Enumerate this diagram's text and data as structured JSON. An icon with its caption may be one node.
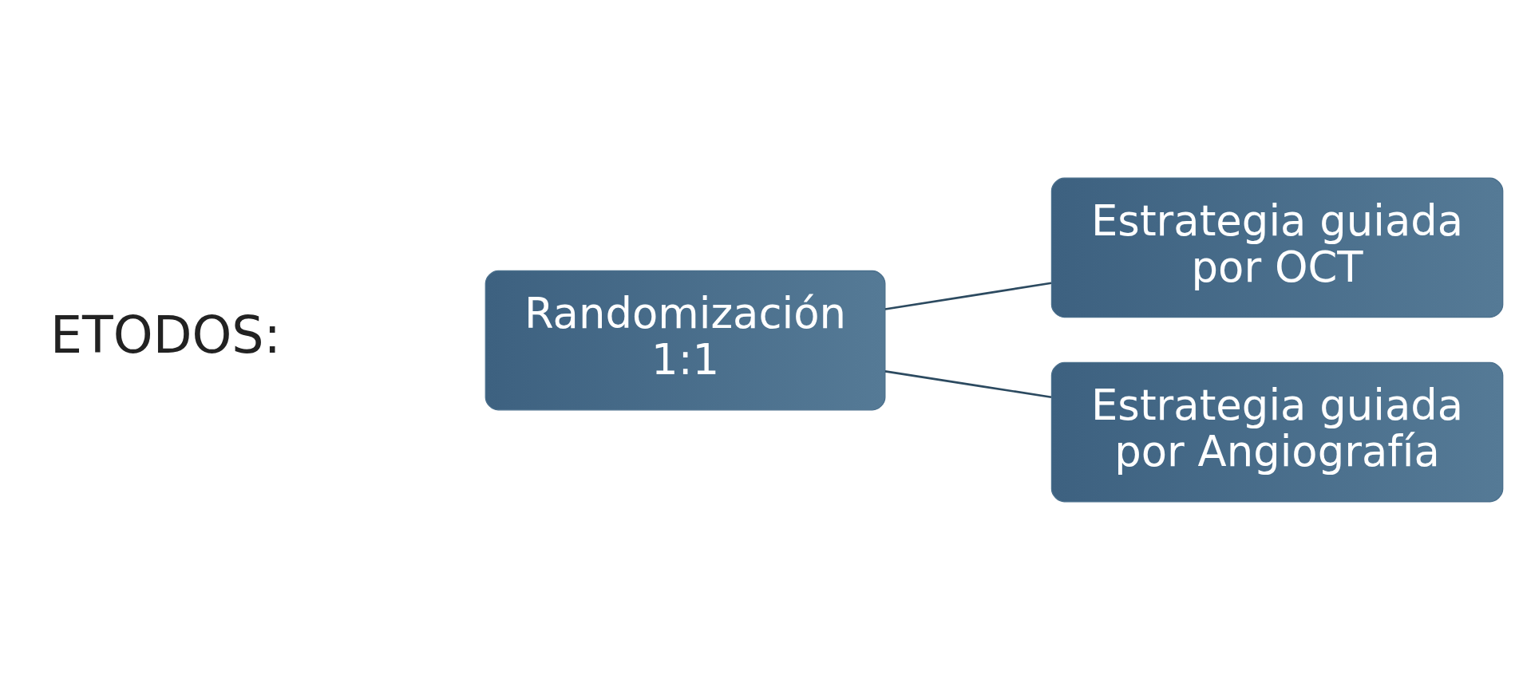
{
  "diagram": {
    "nodes": [
      {
        "text": [
          "Randomización 1:1"
        ]
      },
      {
        "text": [
          "Estrategia guiada por OCT"
        ]
      },
      {
        "text": [
          "Estrategia guiada por Angiografía"
        ]
      }
    ],
    "edges": [
      {
        "from": 0,
        "to": 1,
        "arrow": "none"
      },
      {
        "from": 0,
        "to": 2,
        "arrow": "none"
      }
    ],
    "labels": [
      "ETODOS:"
    ]
  }
}
